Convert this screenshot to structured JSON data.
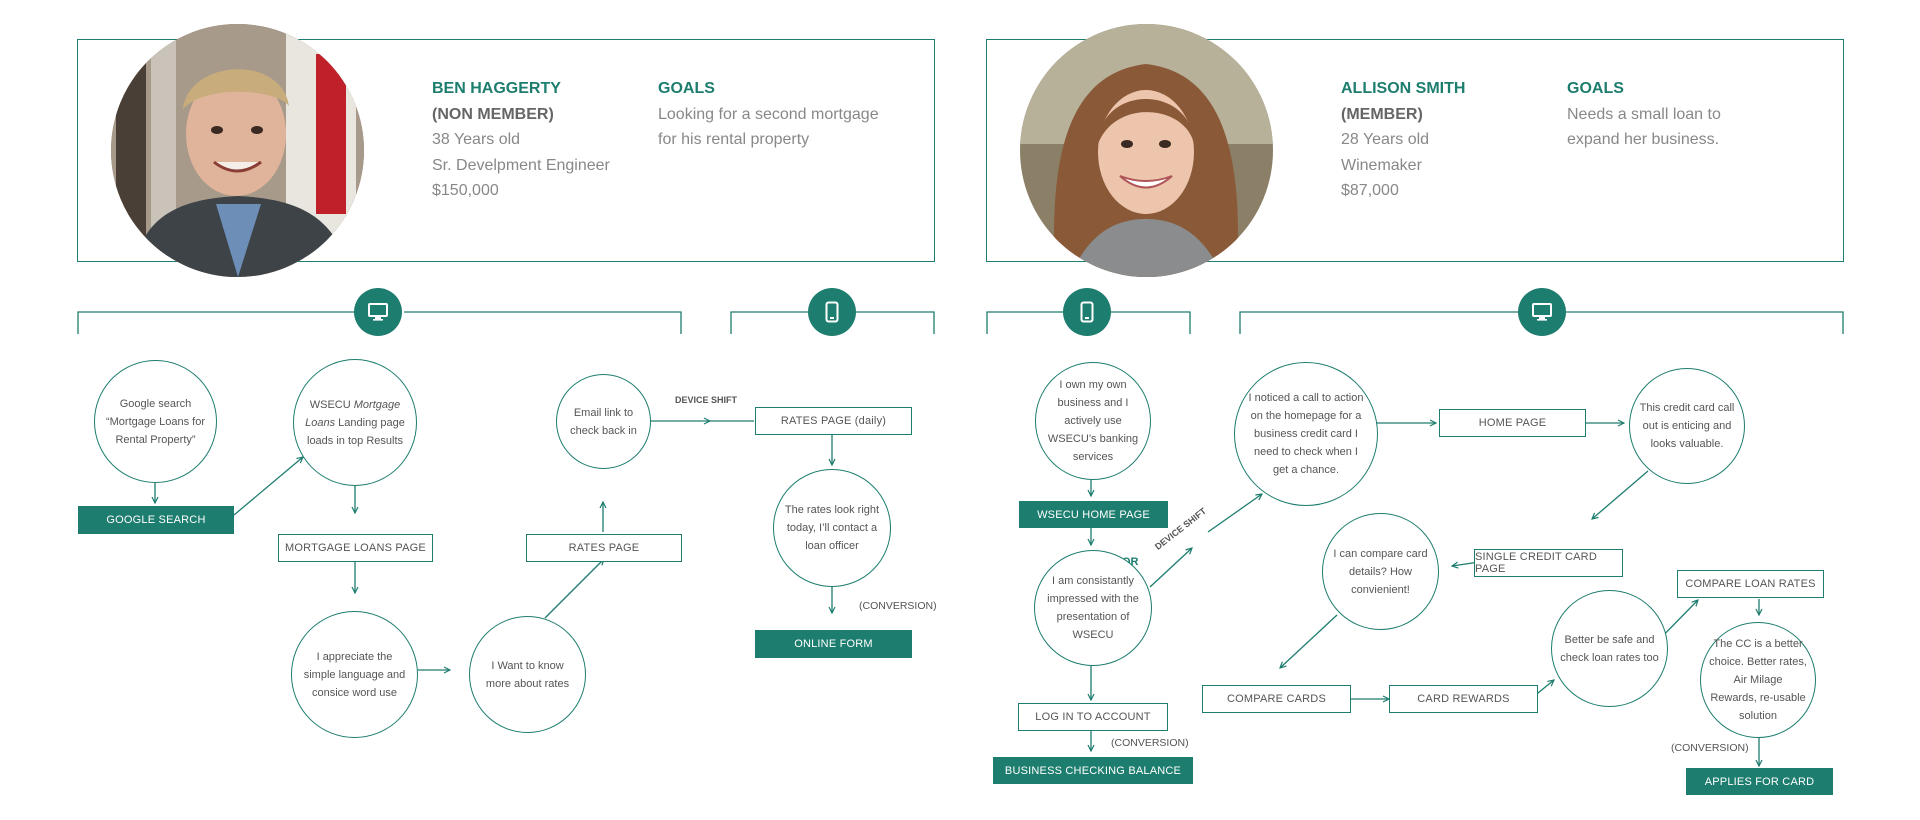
{
  "colors": {
    "accent": "#1d7d6e",
    "text": "#555555",
    "muted": "#888888"
  },
  "persona_1": {
    "name": "BEN HAGGERTY",
    "membership": "(NON MEMBER)",
    "age": "38 Years old",
    "job": "Sr. Develpment Engineer",
    "income": "$150,000",
    "goals_title": "GOALS",
    "goals_line1": "Looking for a second mortgage",
    "goals_line2": "for his rental property"
  },
  "persona_2": {
    "name": "ALLISON SMITH",
    "membership": "(MEMBER)",
    "age": "28 Years old",
    "job": "Winemaker",
    "income": "$87,000",
    "goals_title": "GOALS",
    "goals_line1": "Needs a small loan to",
    "goals_line2": "expand her business."
  },
  "icons": {
    "device_1": "desktop-icon",
    "device_2": "mobile-icon",
    "device_3": "mobile-icon",
    "device_4": "desktop-icon"
  },
  "journey_1": {
    "google_search_thought": "Google search “Mortgage Loans for Rental Property”",
    "google_search": "GOOGLE SEARCH",
    "landing_thought_prefix": "WSECU ",
    "landing_thought_italic": "Mortgage Loans",
    "landing_thought_suffix": " Landing page loads in top Results",
    "mortgage_loans_page": "MORTGAGE LOANS PAGE",
    "simple_language": "I appreciate  the simple language and consice word use",
    "know_rates": "I Want to know more about rates",
    "rates_page": "RATES PAGE",
    "email_link": "Email link to check back in",
    "device_shift": "DEVICE SHIFT",
    "rates_page_daily": "RATES PAGE (daily)",
    "rates_look_right": "The rates look right today, I’ll contact a loan officer",
    "conversion": "(CONVERSION)",
    "online_form": "ONLINE FORM"
  },
  "journey_2": {
    "own_business": "I own my own business and I actively use WSECU’s banking services",
    "wsecu_home_page": "WSECU HOME PAGE",
    "or": "OR",
    "consistently_impressed": "I am consistantly impressed with the presentation of WSECU",
    "log_in": "LOG IN TO ACCOUNT",
    "conversion_1": "(CONVERSION)",
    "business_checking": "BUSINESS CHECKING BALANCE",
    "device_shift": "DEVICE SHIFT",
    "noticed_cta": "I noticed a call to action on the homepage for a business credit card I need to check when I get a chance.",
    "home_page": "HOME PAGE",
    "enticing": "This credit card call out is enticing and looks valuable.",
    "single_credit_card": "SINGLE CREDIT CARD PAGE",
    "compare_details": "I can compare card details? How convienient!",
    "compare_cards": "COMPARE CARDS",
    "card_rewards": "CARD REWARDS",
    "better_safe": "Better be safe and check loan rates too",
    "compare_loan_rates": "COMPARE LOAN RATES",
    "cc_better": "The CC is a better choice. Better rates, Air Milage Rewards, re-usable solution",
    "conversion_2": "(CONVERSION)",
    "applies_for_card": "APPLIES FOR CARD"
  }
}
